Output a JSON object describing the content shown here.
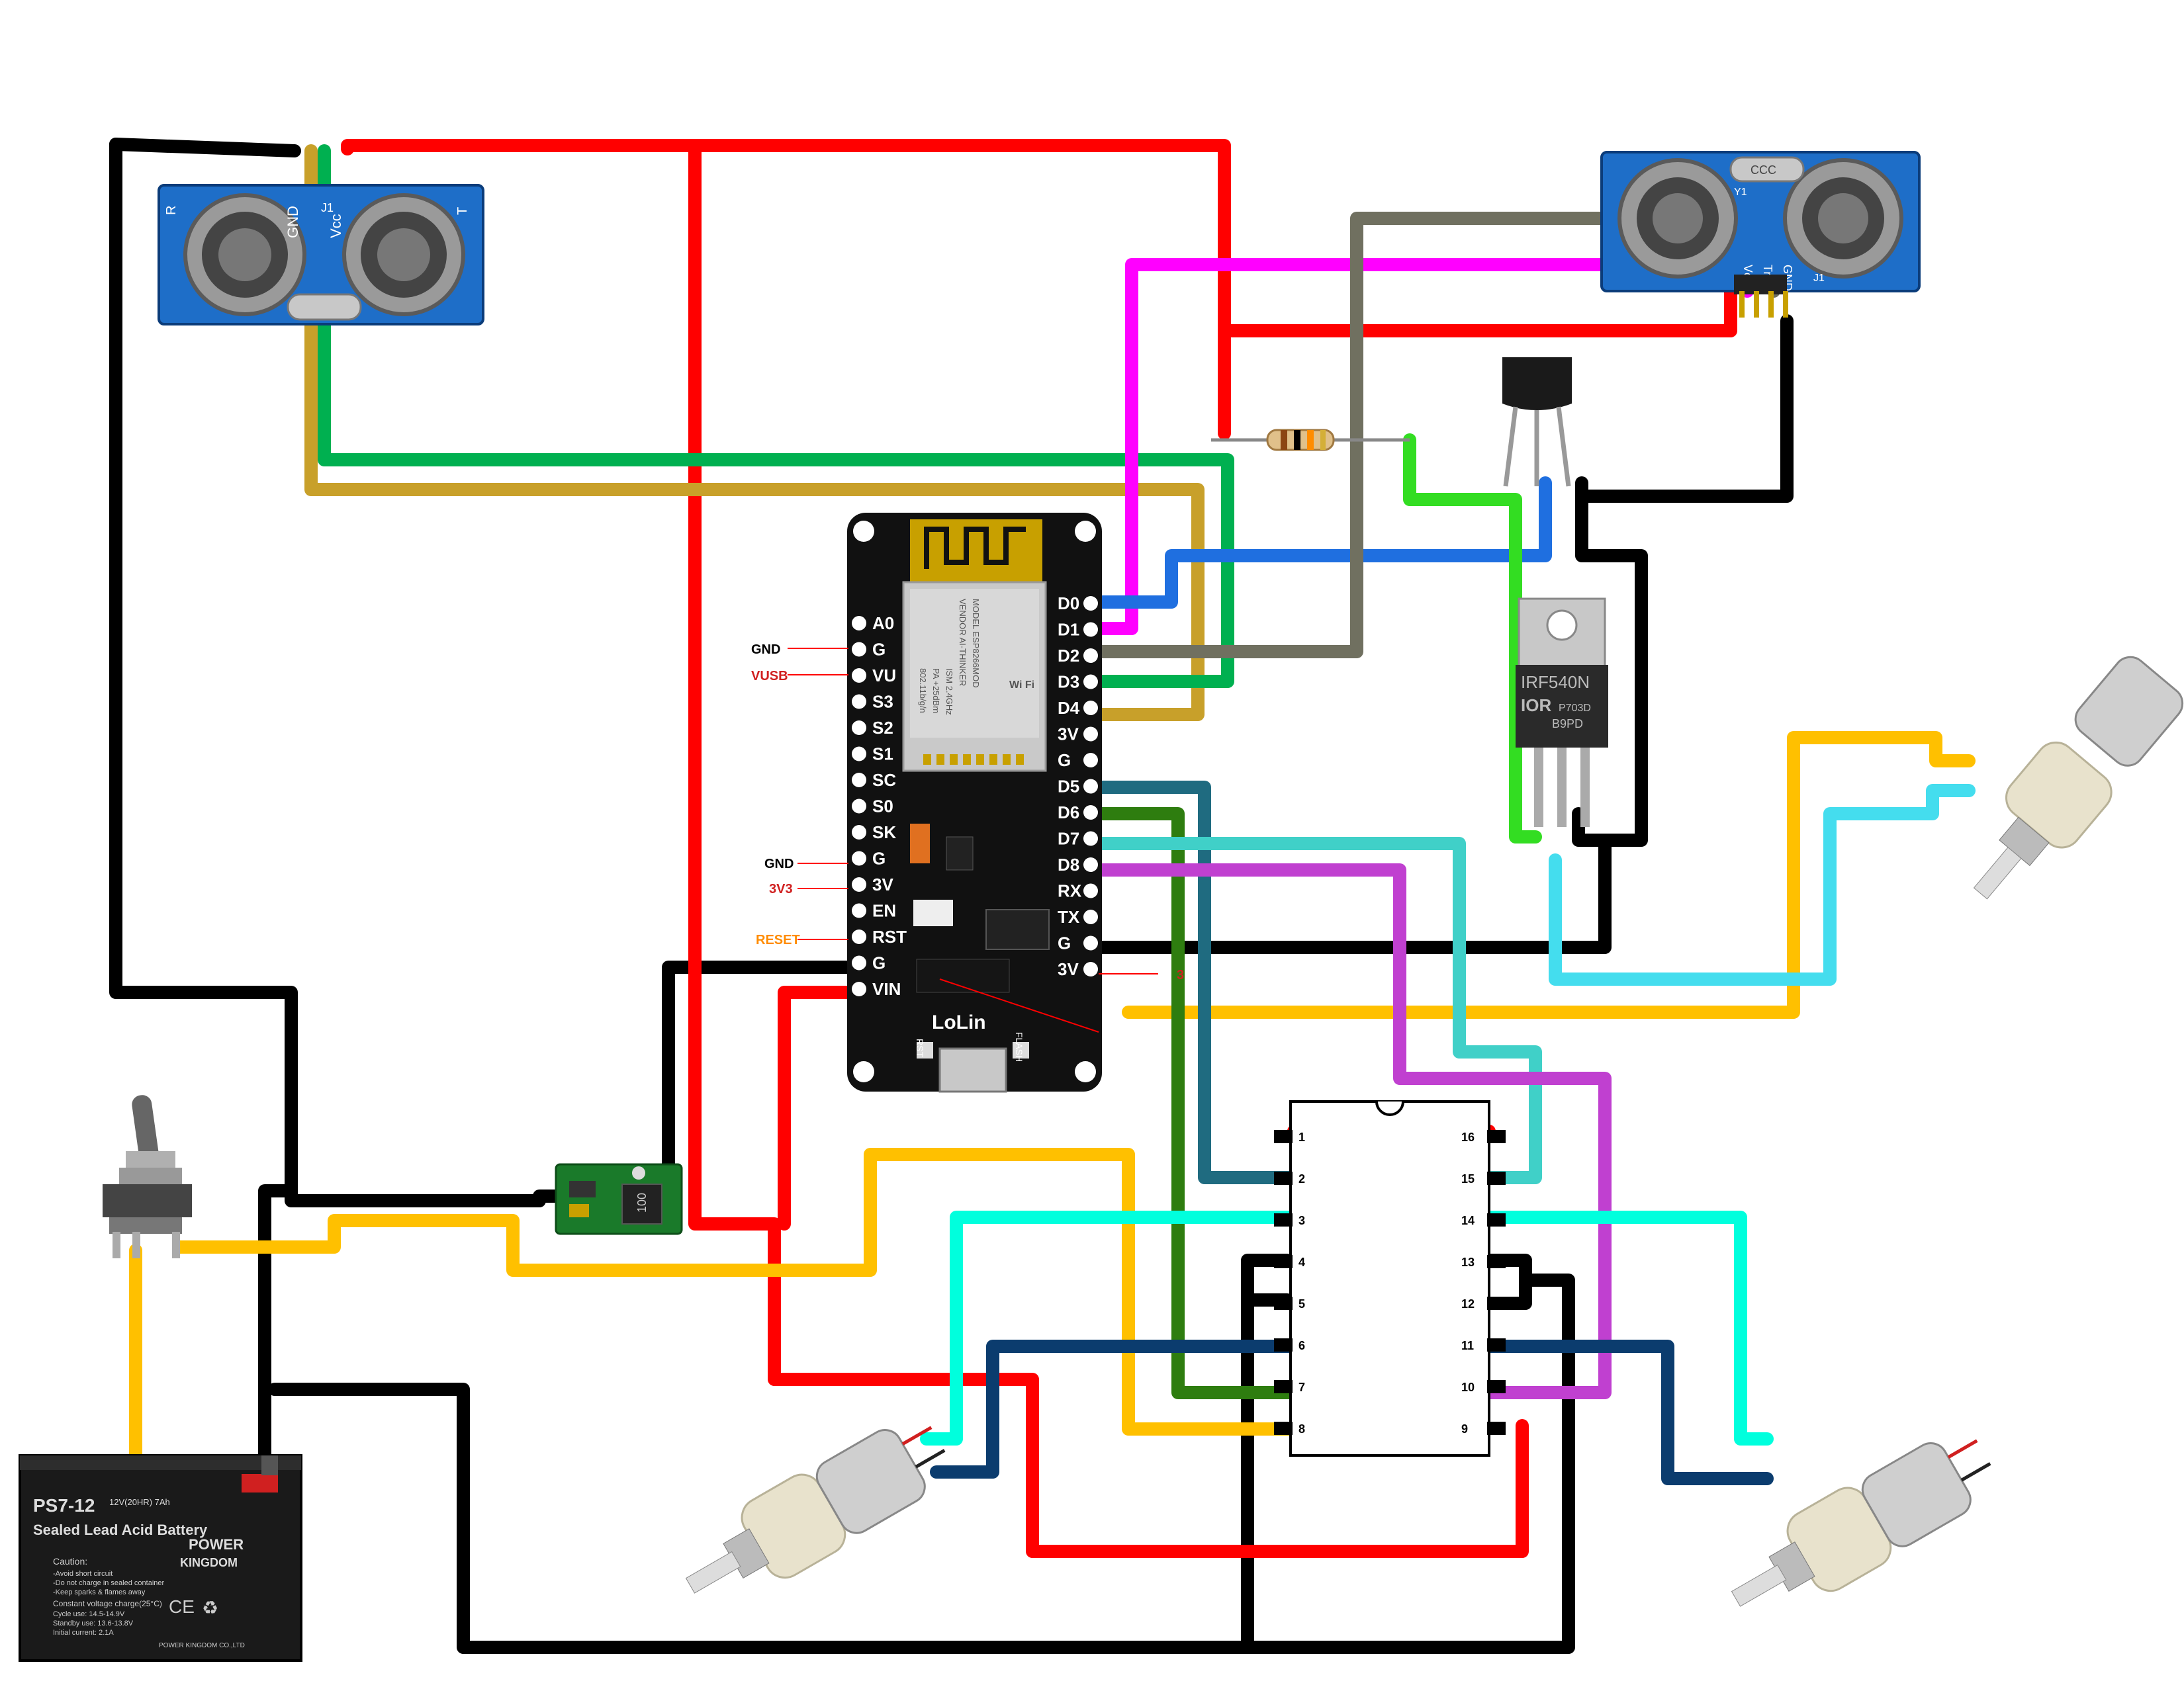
{
  "colors": {
    "red": "#ff0000",
    "black": "#000000",
    "yellow": "#ffc000",
    "gold": "#c8a02a",
    "green": "#00b050",
    "darkgreen": "#2e7d0f",
    "bright_green": "#33dd22",
    "magenta": "#ff00ff",
    "purple": "#c040d0",
    "blue": "#1f6fe0",
    "navy": "#0b3c6e",
    "teal": "#1f6b80",
    "cyan": "#44ddee",
    "aqua": "#00ffdd",
    "turquoise": "#40d0c8",
    "gray": "#707060",
    "board": "#111111",
    "sensor_blue": "#1e6ec8",
    "battery": "#1a1a1a",
    "motor": "#e8e2cc"
  },
  "board": {
    "brand": "LoLin",
    "wifi_module": {
      "model": "MODEL ESP8266MOD",
      "vendor": "VENDOR AI-THINKER",
      "ism": "ISM 2.4GHz",
      "pa": "PA +25dBm",
      "standard": "802.11b/g/n",
      "wifi": "Wi Fi"
    },
    "left_pins": [
      "A0",
      "G",
      "VU",
      "S3",
      "S2",
      "S1",
      "SC",
      "S0",
      "SK",
      "G",
      "3V",
      "EN",
      "RST",
      "G",
      "VIN"
    ],
    "right_pins": [
      "D0",
      "D1",
      "D2",
      "D3",
      "D4",
      "3V",
      "G",
      "D5",
      "D6",
      "D7",
      "D8",
      "RX",
      "TX",
      "G",
      "3V"
    ],
    "annotations": {
      "gnd1": "GND",
      "vusb": "VUSB",
      "gnd2": "GND",
      "v3v3": "3V3",
      "reset": "RESET",
      "right_3v": "3"
    },
    "buttons": {
      "rst": "RST",
      "flash": "FLASH"
    }
  },
  "sensor_left": {
    "gnd": "GND",
    "vcc": "Vcc",
    "j1": "J1",
    "r": "R",
    "t": "T"
  },
  "sensor_right": {
    "vcc": "Vcc",
    "trig": "Trig",
    "gnd": "GND",
    "j1": "J1",
    "y1": "Y1",
    "crystal": "CCC"
  },
  "mosfet": {
    "part": "IRF540N",
    "logo": "IOR",
    "code1": "P703D",
    "code2": "B9PD"
  },
  "regulator": {
    "marking": "100"
  },
  "battery": {
    "model": "PS7-12",
    "rating": "12V(20HR) 7Ah",
    "type": "Sealed Lead Acid Battery",
    "brand_line1": "POWER",
    "brand_line2": "KINGDOM",
    "caution": "Caution:",
    "c1": "-Avoid short circuit",
    "c2": "-Do not charge in sealed container",
    "c3": "-Keep sparks & flames away",
    "cv": "Constant voltage charge(25°C)",
    "cycle": "Cycle use: 14.5-14.9V",
    "standby": "Standby use: 13.6-13.8V",
    "current": "Initial current: 2.1A",
    "maker": "POWER KINGDOM CO.,LTD"
  },
  "ic": {
    "left_pins": [
      "1",
      "2",
      "3",
      "4",
      "5",
      "6",
      "7",
      "8"
    ],
    "right_pins": [
      "16",
      "15",
      "14",
      "13",
      "12",
      "11",
      "10",
      "9"
    ]
  }
}
